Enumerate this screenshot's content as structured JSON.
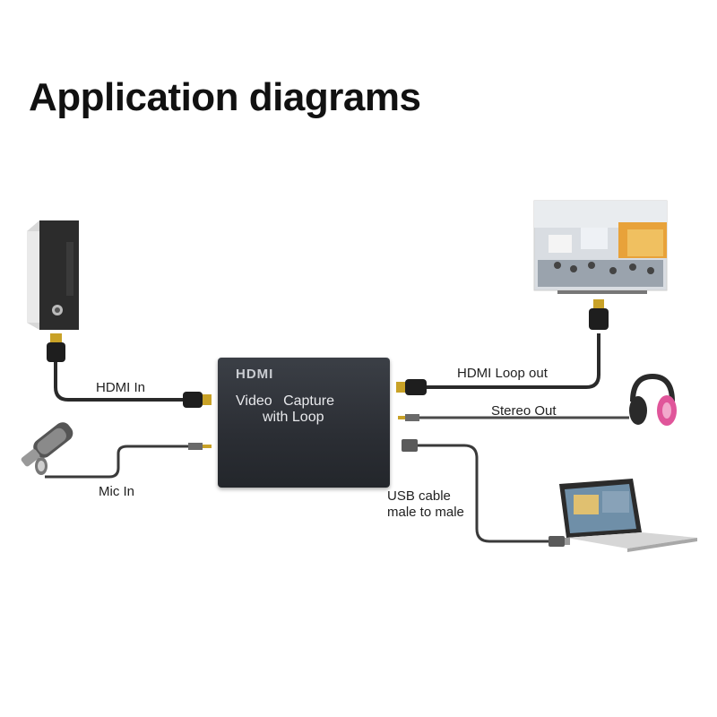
{
  "title": "Application diagrams",
  "device": {
    "logo": "HDMI",
    "line1": "Video  Capture",
    "line2": "with Loop"
  },
  "labels": {
    "hdmi_in": "HDMI In",
    "mic_in": "Mic In",
    "hdmi_loop_out": "HDMI Loop out",
    "stereo_out": "Stereo Out",
    "usb_line1": "USB cable",
    "usb_line2": "male to male"
  },
  "colors": {
    "cable": "#2a2a2a",
    "device": "#2e3137",
    "connector_gold": "#c9a227",
    "headphone_accent": "#e0559a"
  },
  "icons": {
    "source": "hdmi-source-box-icon",
    "microphone": "microphone-icon",
    "display": "tv-display-icon",
    "headphones": "headphones-icon",
    "laptop": "laptop-icon"
  }
}
